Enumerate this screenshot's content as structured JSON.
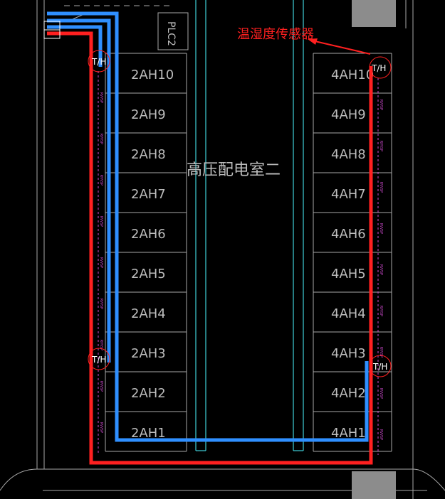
{
  "room": {
    "title": "高压配电室二"
  },
  "plc": {
    "label": "PLC2"
  },
  "callout": {
    "text": "温湿度传感器"
  },
  "sensor": {
    "label": "T/H"
  },
  "tray_tag": {
    "text": "RVVSP"
  },
  "cabinets": {
    "left": [
      "2AH10",
      "2AH9",
      "2AH8",
      "2AH7",
      "2AH6",
      "2AH5",
      "2AH4",
      "2AH3",
      "2AH2",
      "2AH1"
    ],
    "right": [
      "4AH10",
      "4AH9",
      "4AH8",
      "4AH7",
      "4AH6",
      "4AH5",
      "4AH4",
      "4AH3",
      "4AH2",
      "4AH1"
    ]
  },
  "colors": {
    "background": "#000000",
    "grid": "#a8a8a8",
    "cyan": "#3fd0d8",
    "red_cable": "#ff2020",
    "blue_cable": "#2f8fff",
    "tray_tag": "#d04bd0",
    "sensor_circle": "#ff2020",
    "gray_block": "#8c8c8c"
  }
}
